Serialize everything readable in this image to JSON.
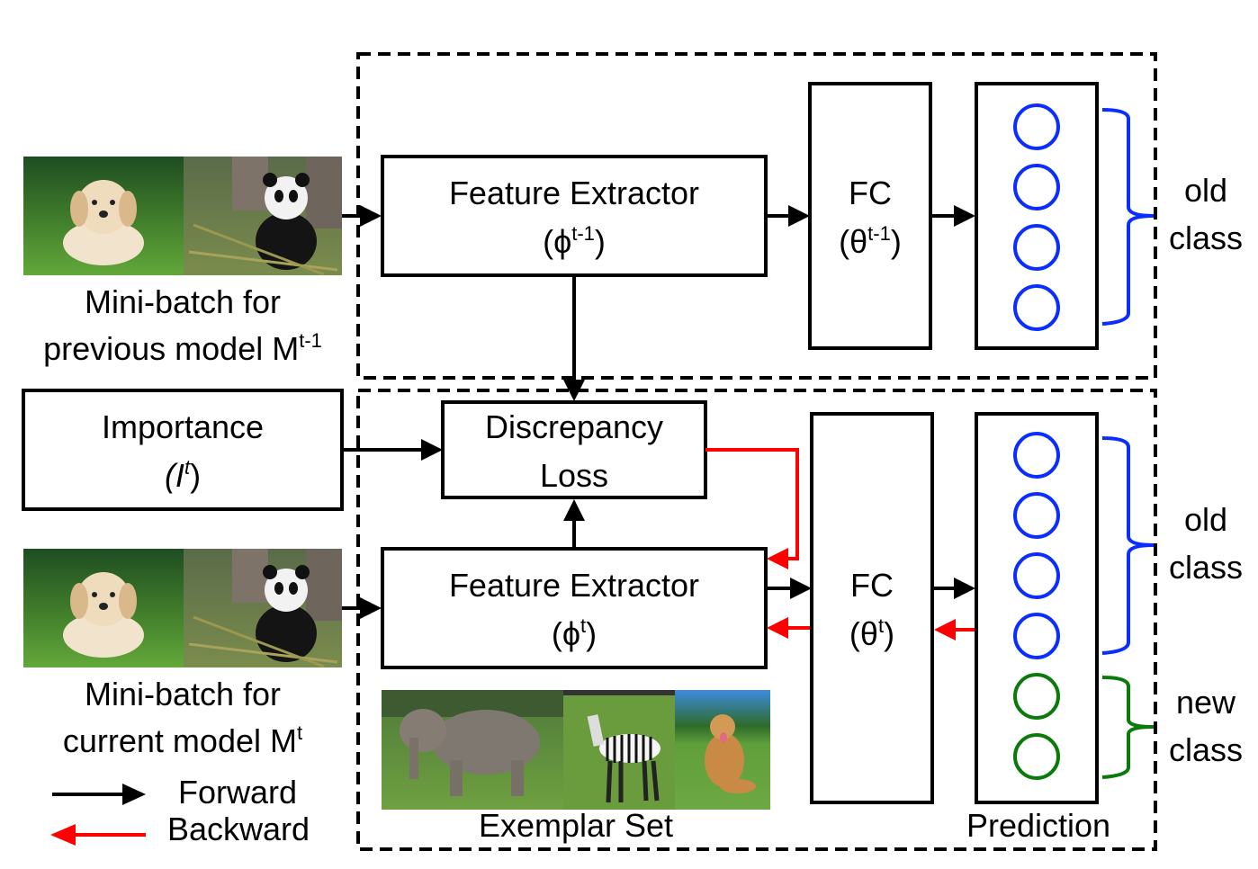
{
  "colors": {
    "forward": "#000000",
    "backward": "#ff0000",
    "old_class": "#0a2eff",
    "new_class": "#0a7a0a",
    "exemplar_label": "#0a2eff"
  },
  "previous_model": {
    "input_images": [
      "puppy-photo",
      "panda-photo"
    ],
    "caption_line1": "Mini-batch for",
    "caption_line2": "previous model M",
    "caption_sup": "t-1",
    "feature_extractor": {
      "title": "Feature Extractor",
      "param": "(ϕ",
      "param_sup": "t-1",
      "param_close": ")"
    },
    "fc": {
      "title": "FC",
      "param": "(θ",
      "param_sup": "t-1",
      "param_close": ")"
    },
    "outputs": {
      "old_count": 4,
      "old_label_line1": "old",
      "old_label_line2": "class"
    }
  },
  "importance": {
    "title": "Importance",
    "param": "(I",
    "param_sup": "t",
    "param_close": ")"
  },
  "discrepancy_loss": {
    "line1": "Discrepancy",
    "line2": "Loss"
  },
  "current_model": {
    "input_images": [
      "puppy-photo",
      "panda-photo"
    ],
    "caption_line1": "Mini-batch for",
    "caption_line2": "current model M",
    "caption_sup": "t",
    "feature_extractor": {
      "title": "Feature Extractor",
      "param": "(ϕ",
      "param_sup": "t",
      "param_close": ")"
    },
    "fc": {
      "title": "FC",
      "param": "(θ",
      "param_sup": "t",
      "param_close": ")"
    },
    "outputs": {
      "old_count": 4,
      "new_count": 2,
      "old_label_line1": "old",
      "old_label_line2": "class",
      "new_label_line1": "new",
      "new_label_line2": "class"
    },
    "prediction_label": "Prediction",
    "exemplar_images": [
      "elephant-photo",
      "zebra-photo",
      "golden-retriever-photo"
    ],
    "exemplar_label": "Exemplar Set"
  },
  "legend": {
    "forward": "Forward",
    "backward": "Backward"
  }
}
